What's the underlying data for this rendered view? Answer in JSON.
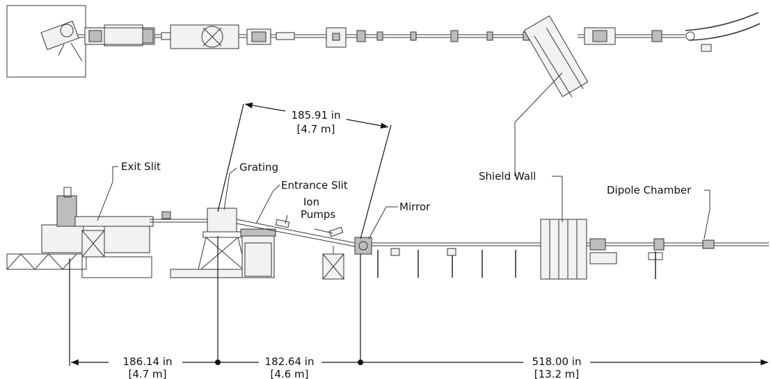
{
  "labels": {
    "exit_slit": "Exit Slit",
    "grating": "Grating",
    "entrance_slit": "Entrance Slit",
    "ion_pumps_line1": "Ion",
    "ion_pumps_line2": "Pumps",
    "mirror": "Mirror",
    "shield_wall": "Shield Wall",
    "dipole_chamber": "Dipole Chamber"
  },
  "dimensions": {
    "top": {
      "imperial": "185.91 in",
      "metric": "[4.7 m]"
    },
    "bottom": [
      {
        "imperial": "186.14 in",
        "metric": "[4.7 m]"
      },
      {
        "imperial": "182.64 in",
        "metric": "[4.6 m]"
      },
      {
        "imperial": "518.00 in",
        "metric": "[13.2 m]"
      }
    ]
  }
}
